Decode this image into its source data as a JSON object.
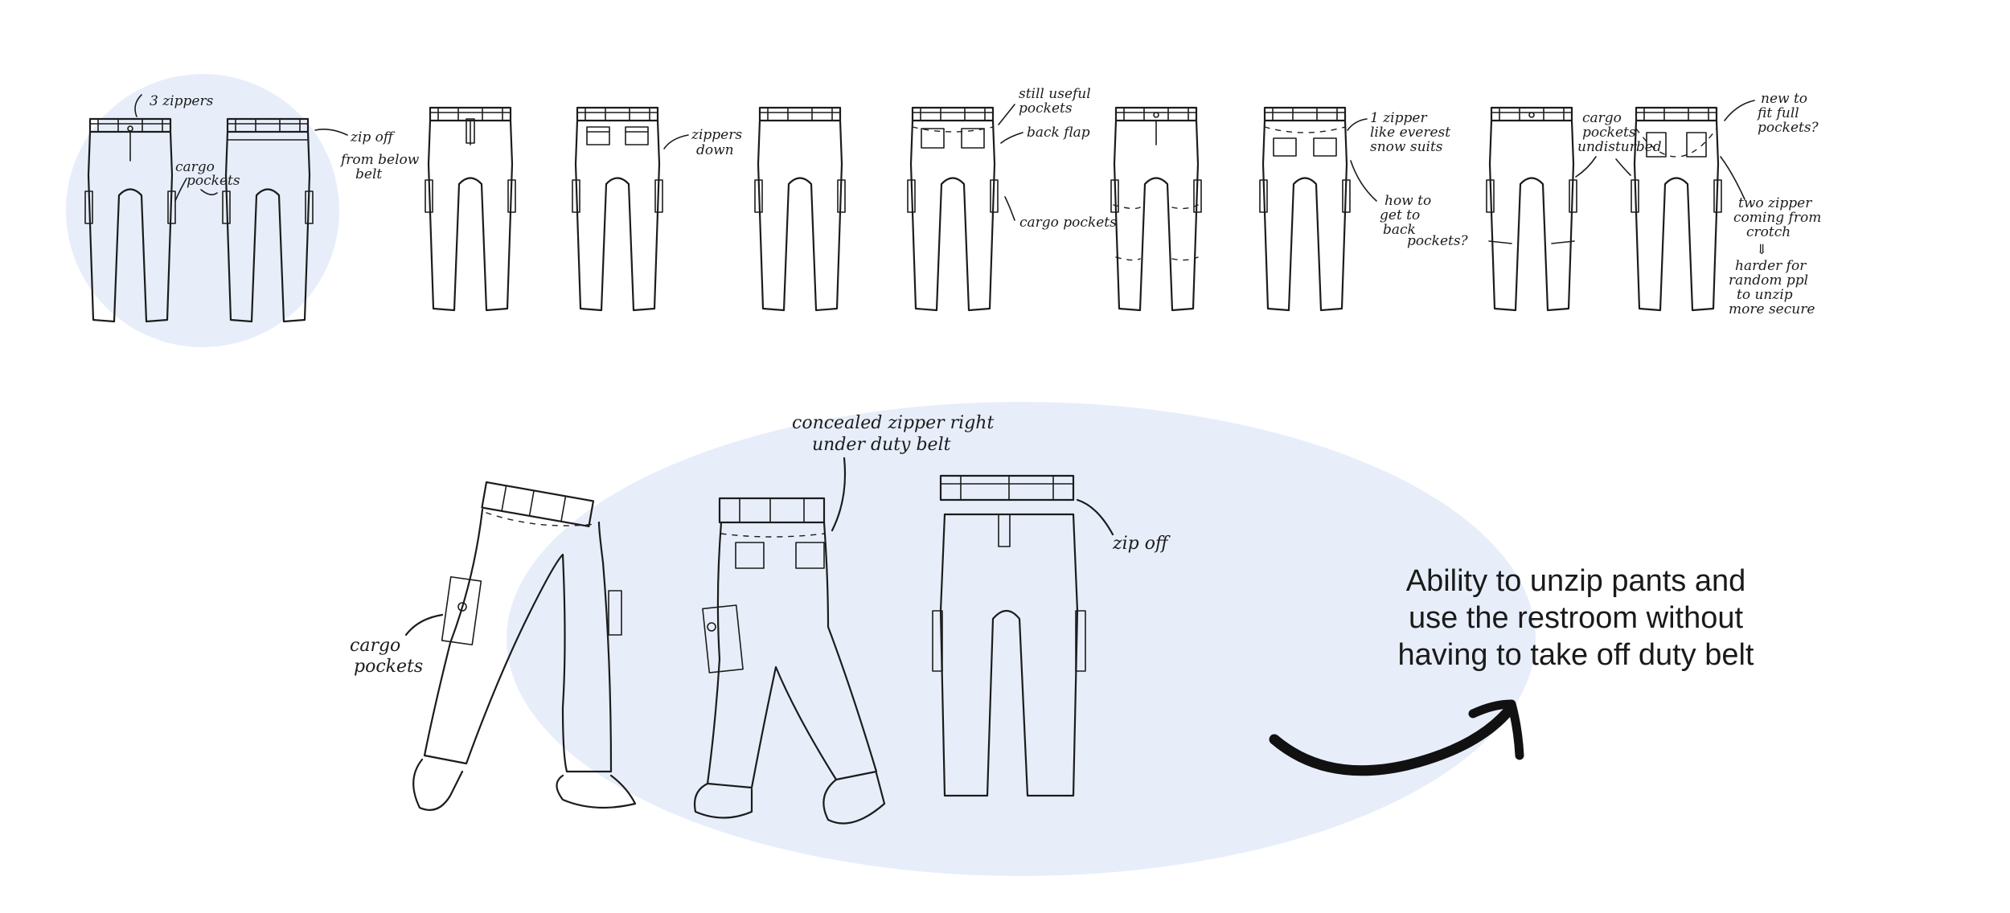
{
  "colors": {
    "highlight": "#e7eefa",
    "ink": "#1c1c1c"
  },
  "icons": [
    "curved-arrow-icon"
  ],
  "top_row": {
    "sketch1": {
      "zippers": "3 zippers",
      "cargo_1": "cargo",
      "cargo_2": "pockets",
      "zip_1": "zip off",
      "zip_2": "from below",
      "zip_3": "belt"
    },
    "sketch2": {
      "zippers_1": "zippers",
      "zippers_2": "down"
    },
    "sketch3": {
      "useful_1": "still useful",
      "useful_2": "pockets",
      "flap": "back flap",
      "cargo": "cargo pockets"
    },
    "sketch4": {
      "zipper_1": "1 zipper",
      "zipper_2": "like everest",
      "zipper_3": "snow suits",
      "back_1": "how to",
      "back_2": "get to",
      "back_3": "back",
      "back_4": "pockets?"
    },
    "sketch5": {
      "cargo_1": "cargo",
      "cargo_2": "pockets",
      "cargo_3": "undisturbed",
      "new_1": "new to",
      "new_2": "fit full",
      "new_3": "pockets?",
      "two_1": "two zipper",
      "two_2": "coming from",
      "two_3": "crotch",
      "arrow": "⇓",
      "harder_1": "harder for",
      "harder_2": "random ppl",
      "harder_3": "to unzip",
      "harder_4": "more secure"
    }
  },
  "bottom": {
    "cargo_1": "cargo",
    "cargo_2": "pockets",
    "concealed_1": "concealed zipper right",
    "concealed_2": "under duty belt",
    "zip_off": "zip off"
  },
  "caption": {
    "line1": "Ability to unzip pants and",
    "line2": "use the restroom without",
    "line3": "having to take off duty belt"
  }
}
